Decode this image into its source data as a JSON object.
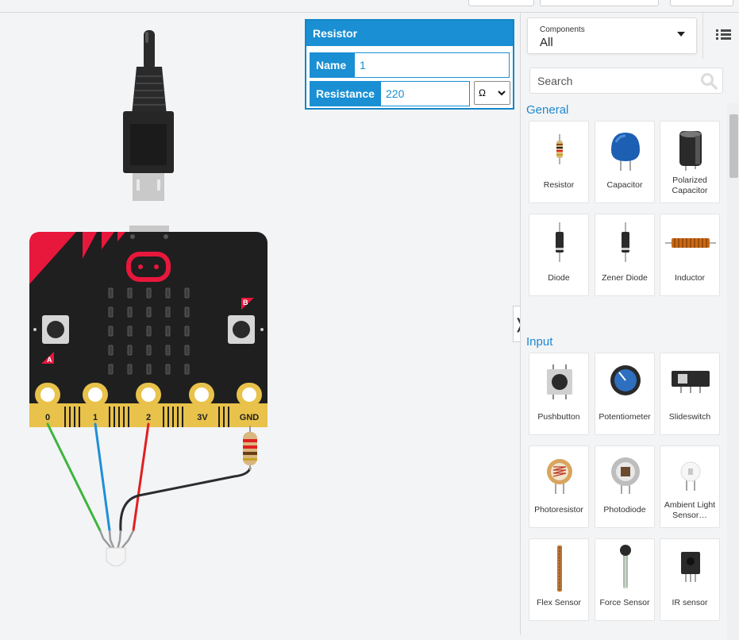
{
  "inspector": {
    "title": "Resistor",
    "name_label": "Name",
    "name_value": "1",
    "resistance_label": "Resistance",
    "resistance_value": "220",
    "unit": "Ω"
  },
  "board": {
    "pins": [
      "0",
      "1",
      "2",
      "3V",
      "GND"
    ],
    "button_a": "A",
    "button_b": "B"
  },
  "panel": {
    "components_label": "Components",
    "components_value": "All",
    "search_placeholder": "Search",
    "sections": [
      {
        "title": "General",
        "items": [
          {
            "name": "Resistor",
            "icon": "resistor-icon"
          },
          {
            "name": "Capacitor",
            "icon": "capacitor-icon"
          },
          {
            "name": "Polarized Capacitor",
            "icon": "polarized-capacitor-icon"
          },
          {
            "name": "Diode",
            "icon": "diode-icon"
          },
          {
            "name": "Zener Diode",
            "icon": "zener-diode-icon"
          },
          {
            "name": "Inductor",
            "icon": "inductor-icon"
          }
        ]
      },
      {
        "title": "Input",
        "items": [
          {
            "name": "Pushbutton",
            "icon": "pushbutton-icon"
          },
          {
            "name": "Potentiometer",
            "icon": "potentiometer-icon"
          },
          {
            "name": "Slideswitch",
            "icon": "slideswitch-icon"
          },
          {
            "name": "Photoresistor",
            "icon": "photoresistor-icon"
          },
          {
            "name": "Photodiode",
            "icon": "photodiode-icon"
          },
          {
            "name": "Ambient Light Sensor…",
            "icon": "ambient-light-sensor-icon"
          },
          {
            "name": "Flex Sensor",
            "icon": "flex-sensor-icon"
          },
          {
            "name": "Force Sensor",
            "icon": "force-sensor-icon"
          },
          {
            "name": "IR sensor",
            "icon": "ir-sensor-icon"
          }
        ]
      }
    ]
  },
  "colors": {
    "accent": "#1a8fd3",
    "board": "#1f1f1f",
    "board_red": "#e8173c",
    "pin_gold": "#e8c24a"
  }
}
